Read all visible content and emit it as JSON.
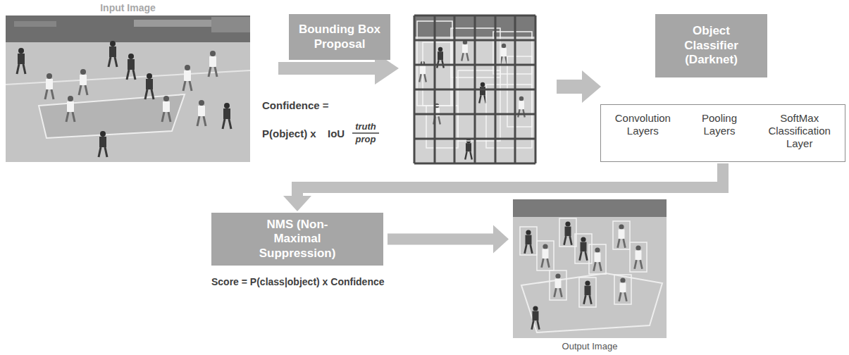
{
  "diagram": {
    "nodes": [
      {
        "text": [
          "Input Image"
        ]
      },
      {
        "text": [
          "Bounding Box Proposal"
        ]
      },
      {
        "text": [
          "Object Classifier (Darknet)"
        ]
      },
      {
        "text": [
          "Convolution Layers",
          "Pooling Layers",
          "SoftMax Classification Layer"
        ]
      },
      {
        "text": [
          "NMS (Non-Maximal Suppression)"
        ]
      },
      {
        "text": [
          "Output Image"
        ]
      }
    ],
    "edges": [
      {
        "from": 3,
        "to": 4,
        "arrow": "to"
      },
      {
        "from": 4,
        "to": 5,
        "arrow": "to"
      }
    ],
    "labels": [
      "Confidence =",
      "P(object) x",
      "IoU",
      "truth",
      "prop",
      "Score = P(class|object) x Confidence"
    ]
  }
}
